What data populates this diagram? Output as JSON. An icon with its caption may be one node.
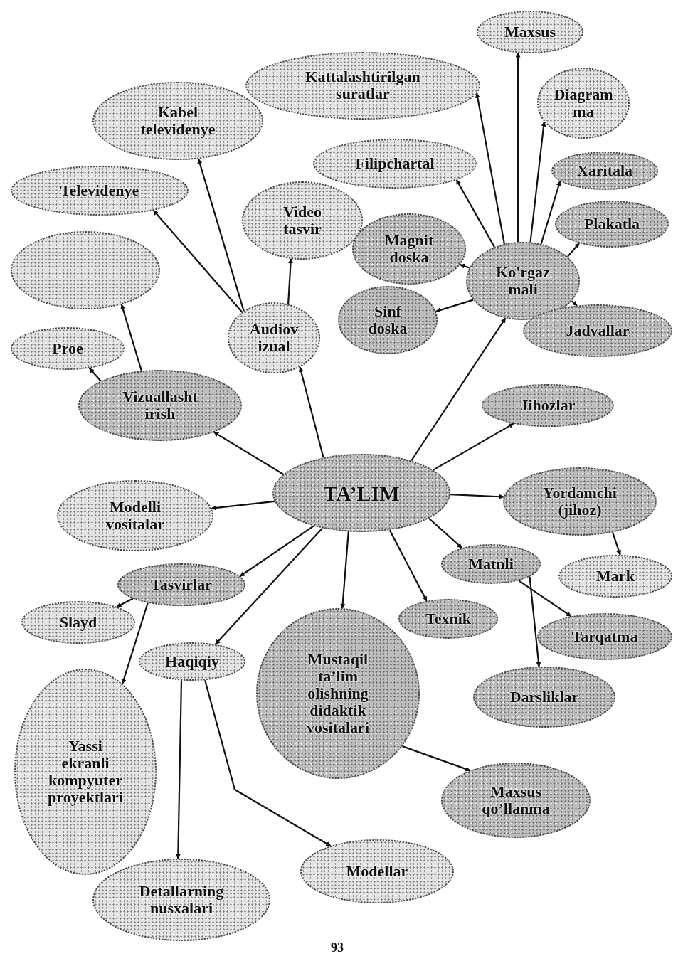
{
  "diagram": {
    "nodes": [
      {
        "text": [
          "TA’LIM"
        ]
      },
      {
        "text": [
          "Vizuallasht irish"
        ]
      },
      {
        "text": [
          "Audiov izual"
        ]
      },
      {
        "text": [
          "Proe"
        ]
      },
      {
        "text": [],
        "shape": "ellipse"
      },
      {
        "text": [
          "Televidenye"
        ]
      },
      {
        "text": [
          "Kabel televidenye"
        ]
      },
      {
        "text": [
          "Video tasvir"
        ]
      },
      {
        "text": [
          "Kattalashtirilgan suratlar"
        ]
      },
      {
        "text": [
          "Magnit doska"
        ]
      },
      {
        "text": [
          "Filipchartal"
        ]
      },
      {
        "text": [
          "Sinf doska"
        ]
      },
      {
        "text": [
          "Ko'rgaz mali"
        ]
      },
      {
        "text": [
          "Maxsus"
        ]
      },
      {
        "text": [
          "Diagram ma"
        ]
      },
      {
        "text": [
          "Xaritala"
        ]
      },
      {
        "text": [
          "Plakatla"
        ]
      },
      {
        "text": [
          "Jadvallar"
        ]
      },
      {
        "text": [
          "Jihozlar"
        ]
      },
      {
        "text": [
          "Modelli vositalar"
        ]
      },
      {
        "text": [
          "Yordamchi (jihoz)"
        ]
      },
      {
        "text": [
          "Matnli"
        ]
      },
      {
        "text": [
          "Mark"
        ]
      },
      {
        "text": [
          "Tasvirlar"
        ]
      },
      {
        "text": [
          "Slayd"
        ]
      },
      {
        "text": [
          "Texnik"
        ]
      },
      {
        "text": [
          "Tarqatma"
        ]
      },
      {
        "text": [
          "Mustaqil ta’lim olishning didaktik vositalari"
        ]
      },
      {
        "text": [
          "Haqiqiy"
        ]
      },
      {
        "text": [
          "Yassi ekranli kompyuter proyektlari"
        ]
      },
      {
        "text": [
          "Darsliklar"
        ]
      },
      {
        "text": [
          "Maxsus qo’llanma"
        ]
      },
      {
        "text": [
          "Detallarning nusxalari"
        ]
      },
      {
        "text": [
          "Modellar"
        ]
      }
    ],
    "edges": [
      {
        "from": 0,
        "to": 1,
        "arrow": "to"
      },
      {
        "from": 0,
        "to": 2,
        "arrow": "to"
      },
      {
        "from": 0,
        "to": 19,
        "arrow": "to"
      },
      {
        "from": 0,
        "to": 12,
        "arrow": "to"
      },
      {
        "from": 0,
        "to": 18,
        "arrow": "to"
      },
      {
        "from": 0,
        "to": 20,
        "arrow": "to"
      },
      {
        "from": 0,
        "to": 21,
        "arrow": "to"
      },
      {
        "from": 0,
        "to": 25,
        "arrow": "to"
      },
      {
        "from": 0,
        "to": 27,
        "arrow": "to"
      },
      {
        "from": 0,
        "to": 23,
        "arrow": "to"
      },
      {
        "from": 0,
        "to": 28,
        "arrow": "to"
      },
      {
        "from": 1,
        "to": 3,
        "arrow": "to"
      },
      {
        "from": 1,
        "to": 4,
        "arrow": "to"
      },
      {
        "from": 2,
        "to": 5,
        "arrow": "to"
      },
      {
        "from": 2,
        "to": 6,
        "arrow": "to"
      },
      {
        "from": 2,
        "to": 7,
        "arrow": "to"
      },
      {
        "from": 12,
        "to": 13,
        "arrow": "to"
      },
      {
        "from": 12,
        "to": 8,
        "arrow": "to"
      },
      {
        "from": 12,
        "to": 10,
        "arrow": "to"
      },
      {
        "from": 12,
        "to": 9,
        "arrow": "to"
      },
      {
        "from": 12,
        "to": 11,
        "arrow": "to"
      },
      {
        "from": 12,
        "to": 14,
        "arrow": "to"
      },
      {
        "from": 12,
        "to": 15,
        "arrow": "to"
      },
      {
        "from": 12,
        "to": 16,
        "arrow": "to"
      },
      {
        "from": 12,
        "to": 17,
        "arrow": "to"
      },
      {
        "from": 20,
        "to": 22,
        "arrow": "to"
      },
      {
        "from": 21,
        "to": 26,
        "arrow": "to"
      },
      {
        "from": 21,
        "to": 30,
        "arrow": "to"
      },
      {
        "from": 23,
        "to": 24,
        "arrow": "to"
      },
      {
        "from": 23,
        "to": 29,
        "arrow": "to"
      },
      {
        "from": 28,
        "to": 32,
        "arrow": "to"
      },
      {
        "from": 28,
        "to": 33,
        "arrow": "to"
      },
      {
        "from": 27,
        "to": 31,
        "arrow": "to"
      }
    ],
    "labels": [
      "93"
    ]
  }
}
